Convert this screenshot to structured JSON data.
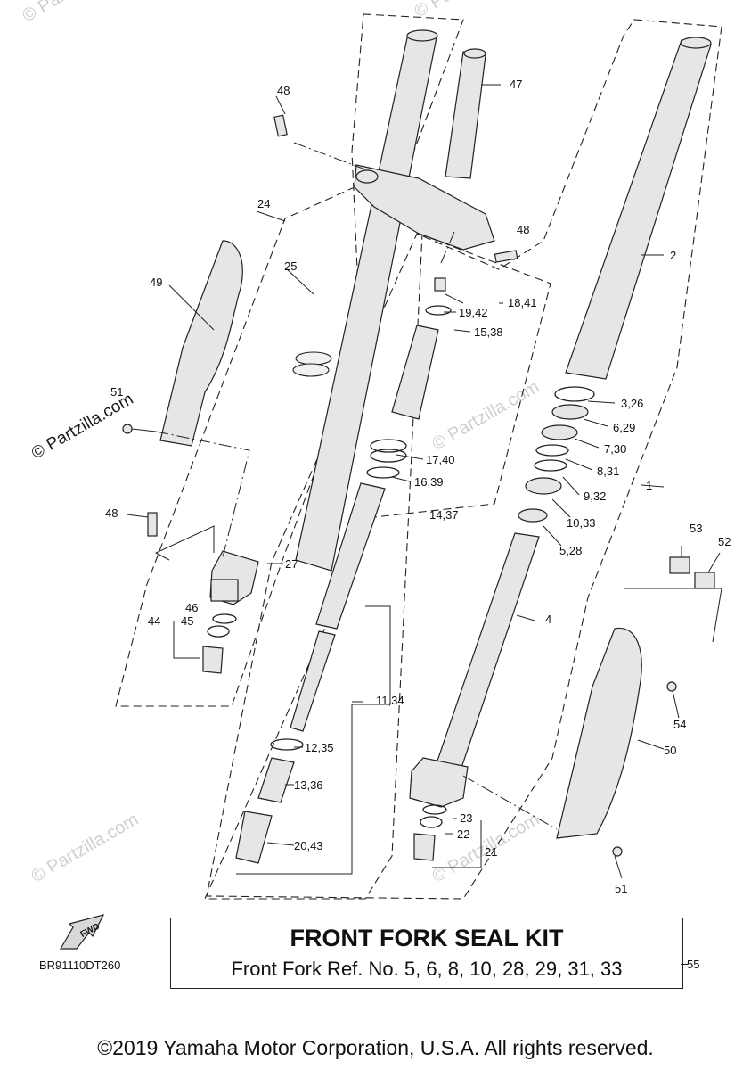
{
  "diagram": {
    "callouts": [
      "1",
      "2",
      "3,26",
      "4",
      "5,28",
      "6,29",
      "7,30",
      "8,31",
      "9,32",
      "10,33",
      "11,34",
      "12,35",
      "13,36",
      "14,37",
      "15,38",
      "16,39",
      "17,40",
      "18,41",
      "19,42",
      "20,43",
      "21",
      "22",
      "23",
      "24",
      "25",
      "27",
      "44",
      "45",
      "46",
      "47",
      "48",
      "49",
      "50",
      "51",
      "52",
      "53",
      "54"
    ],
    "watermark": "© Partzilla.com"
  },
  "seal_kit": {
    "title": "FRONT FORK SEAL KIT",
    "refs": "Front Fork Ref. No. 5, 6, 8, 10, 28, 29, 31, 33",
    "callout": "55"
  },
  "fwd_label": "FWD",
  "diagram_code": "BR91110DT260",
  "copyright": "©2019 Yamaha Motor Corporation, U.S.A. All rights reserved."
}
